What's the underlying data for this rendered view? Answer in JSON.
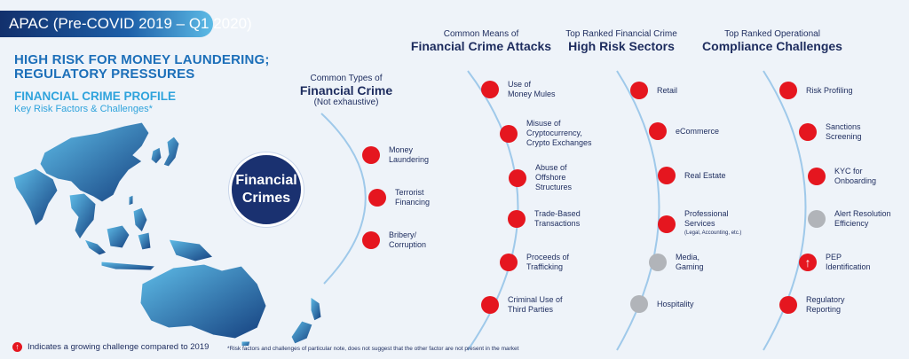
{
  "header": {
    "badge": "APAC (Pre-COVID 2019 – Q1 2020)",
    "headline_1": "HIGH RISK FOR MONEY LAUNDERING;",
    "headline_2": "REGULATORY PRESSURES",
    "profile_title": "FINANCIAL CRIME PROFILE",
    "profile_sub": "Key Risk Factors & Challenges*"
  },
  "center_label_1": "Financial",
  "center_label_2": "Crimes",
  "columns": {
    "types": {
      "hdr_small": "Common Types of",
      "hdr_large": "Financial Crime",
      "hdr_note": "(Not exhaustive)",
      "items": [
        {
          "label": "Money\nLaundering",
          "status": "red"
        },
        {
          "label": "Terrorist\nFinancing",
          "status": "red"
        },
        {
          "label": "Bribery/\nCorruption",
          "status": "red"
        }
      ]
    },
    "means": {
      "hdr_small": "Common Means of",
      "hdr_large": "Financial Crime Attacks",
      "items": [
        {
          "label": "Use of\nMoney Mules",
          "status": "red"
        },
        {
          "label": "Misuse of\nCryptocurrency,\nCrypto Exchanges",
          "status": "red"
        },
        {
          "label": "Abuse of\nOffshore\nStructures",
          "status": "red"
        },
        {
          "label": "Trade-Based\nTransactions",
          "status": "red"
        },
        {
          "label": "Proceeds of\nTrafficking",
          "status": "red"
        },
        {
          "label": "Criminal Use of\nThird Parties",
          "status": "red"
        }
      ]
    },
    "sectors": {
      "hdr_small": "Top Ranked Financial Crime",
      "hdr_large": "High Risk Sectors",
      "items": [
        {
          "label": "Retail",
          "status": "red"
        },
        {
          "label": "eCommerce",
          "status": "red"
        },
        {
          "label": "Real Estate",
          "status": "red"
        },
        {
          "label": "Professional\nServices",
          "sub": "(Legal, Accounting, etc.)",
          "status": "red"
        },
        {
          "label": "Media,\nGaming",
          "status": "grey"
        },
        {
          "label": "Hospitality",
          "status": "grey"
        }
      ]
    },
    "compliance": {
      "hdr_small": "Top Ranked Operational",
      "hdr_large": "Compliance Challenges",
      "items": [
        {
          "label": "Risk Profiling",
          "status": "red"
        },
        {
          "label": "Sanctions\nScreening",
          "status": "red"
        },
        {
          "label": "KYC for\nOnboarding",
          "status": "red"
        },
        {
          "label": "Alert Resolution\nEfficiency",
          "status": "grey"
        },
        {
          "label": "PEP\nIdentification",
          "status": "growing"
        },
        {
          "label": "Regulatory\nReporting",
          "status": "red"
        }
      ]
    }
  },
  "legend": "Indicates a growing challenge compared to 2019",
  "footnote": "*Risk factors and challenges of particular note, does not suggest that the other factor are not present in the market",
  "colors": {
    "red": "#e5161f",
    "grey": "#b1b4b9",
    "navy": "#1a3170",
    "accent": "#2fa3dc"
  }
}
